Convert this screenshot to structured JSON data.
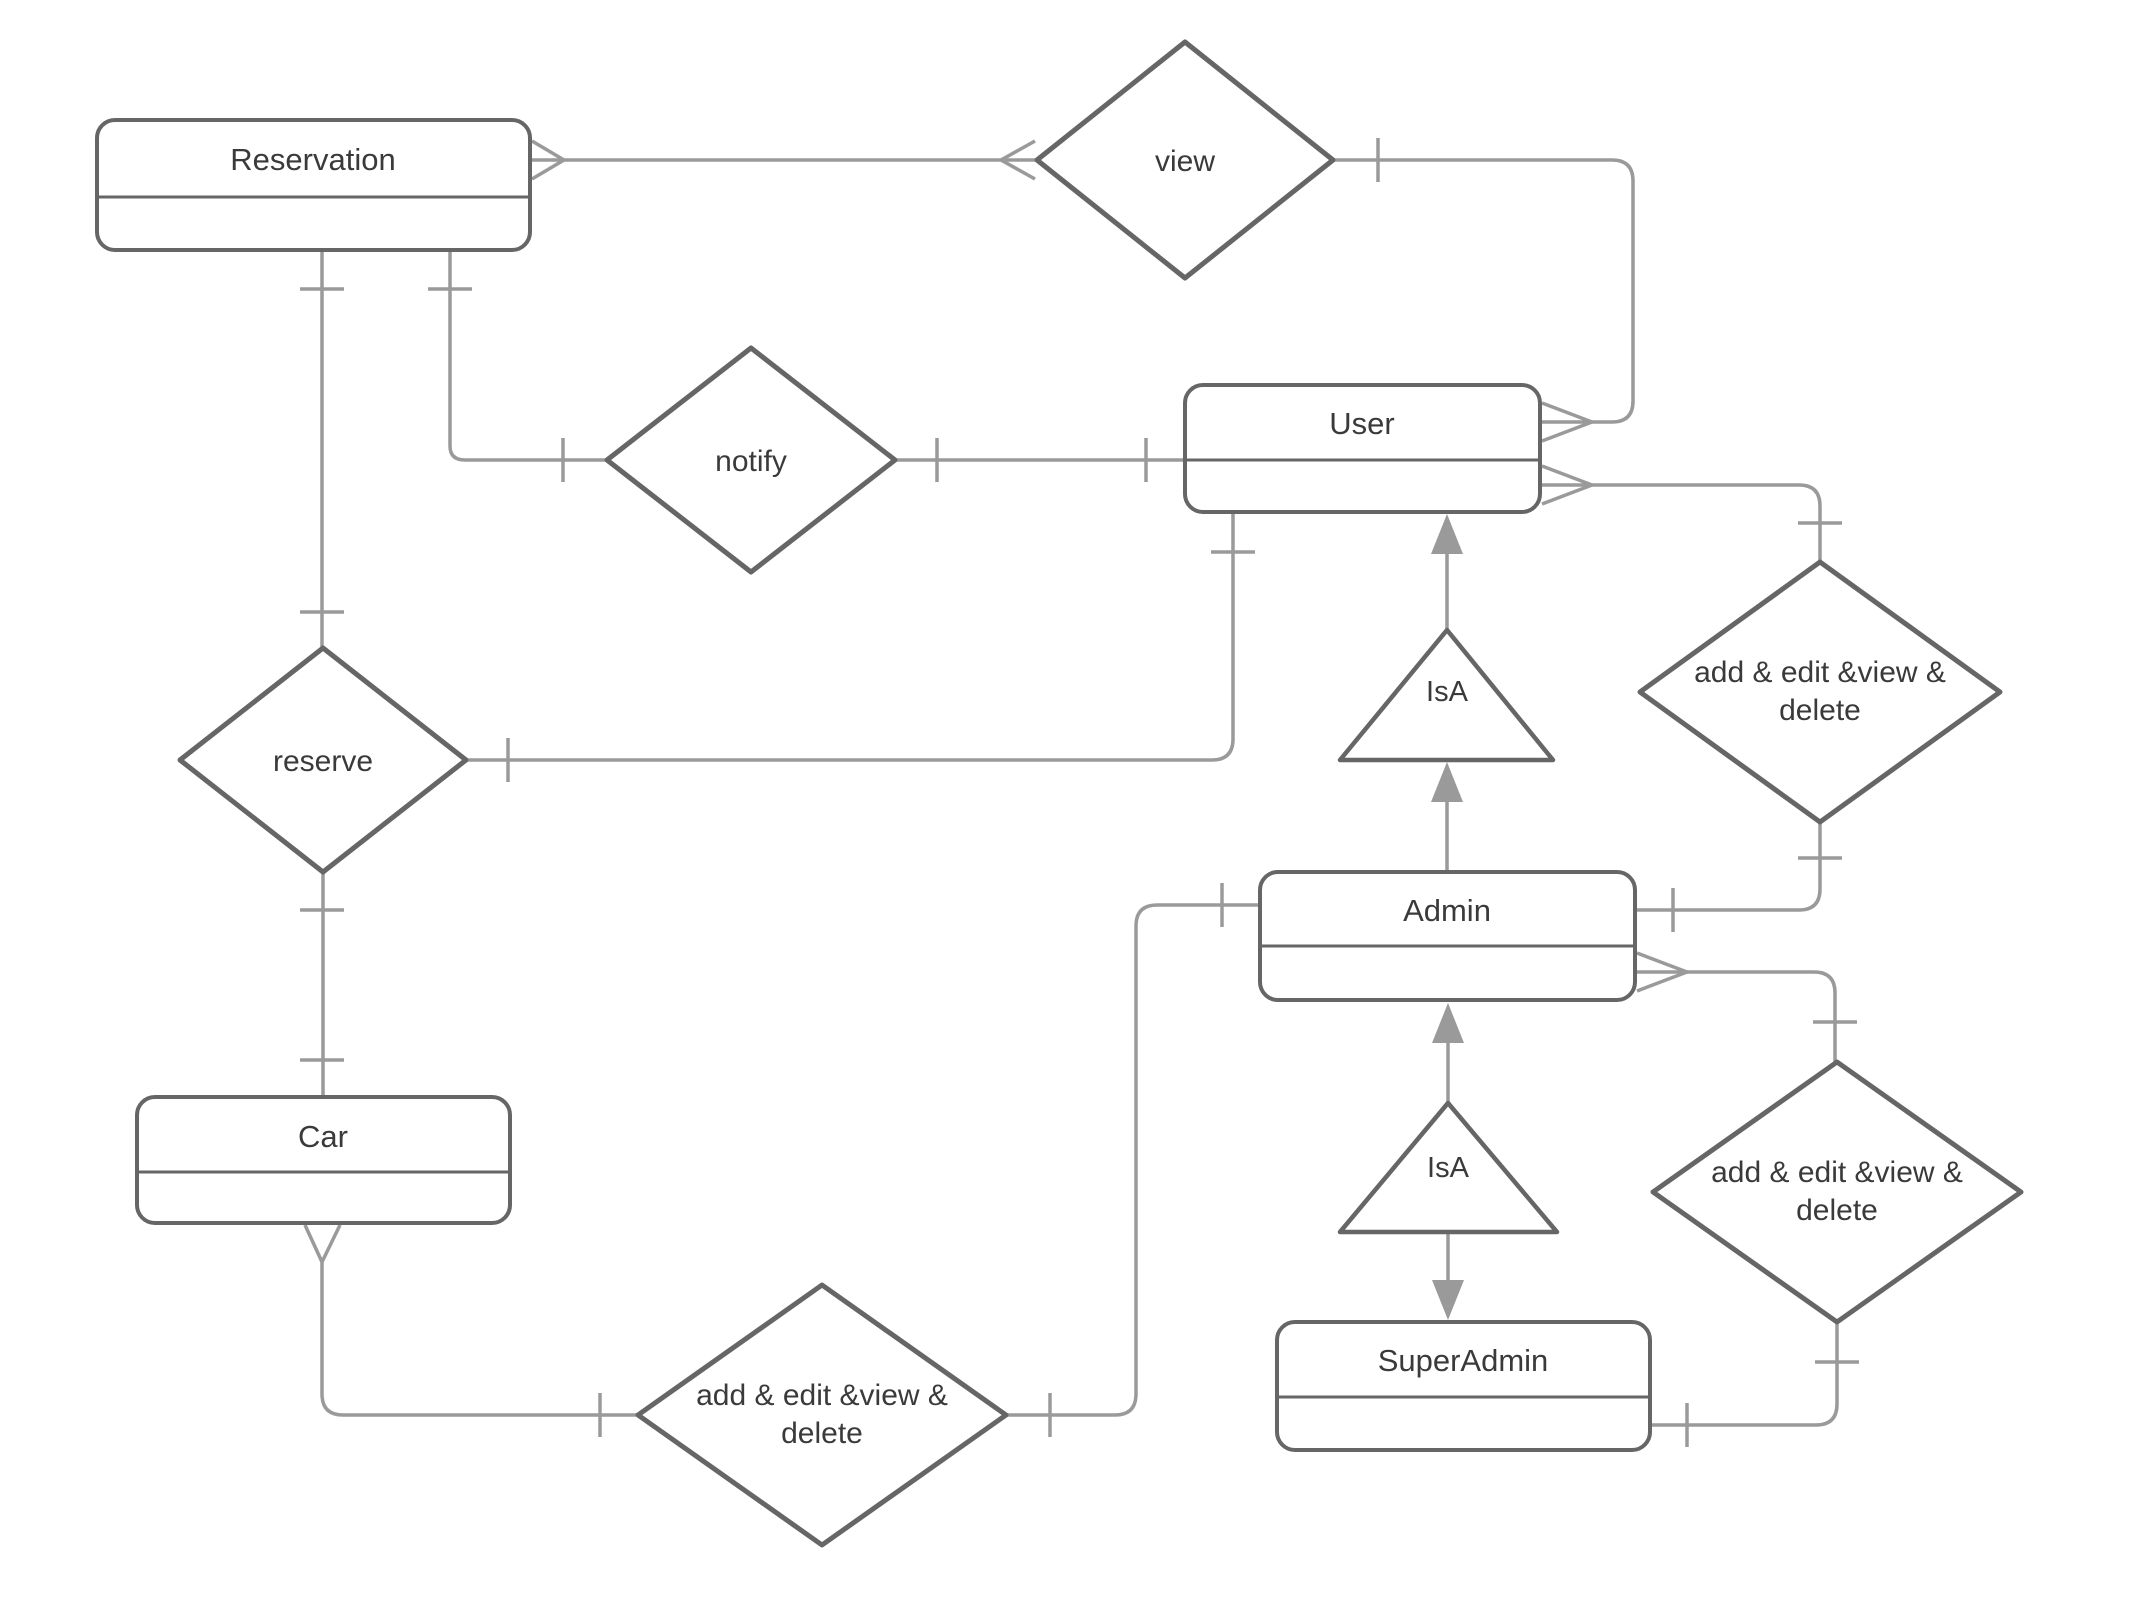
{
  "diagram_type": "entity-relationship-diagram",
  "colors": {
    "background": "#ffffff",
    "shape_border": "#666666",
    "connector": "#9a9a9a",
    "text": "#3a3a3a"
  },
  "entities": {
    "reservation": {
      "label": "Reservation"
    },
    "user": {
      "label": "User"
    },
    "admin": {
      "label": "Admin"
    },
    "superadmin": {
      "label": "SuperAdmin"
    },
    "car": {
      "label": "Car"
    }
  },
  "relationships": {
    "view": {
      "label": "view"
    },
    "notify": {
      "label": "notify"
    },
    "reserve": {
      "label": "reserve"
    },
    "user_admin_crud": {
      "lines": [
        "add & edit &view &",
        "delete"
      ]
    },
    "admin_superadmin_crud": {
      "lines": [
        "add & edit &view &",
        "delete"
      ]
    },
    "car_admin_crud": {
      "lines": [
        "add & edit &view &",
        "delete"
      ]
    }
  },
  "generalizations": {
    "user_admin": {
      "label": "IsA"
    },
    "admin_superadmin": {
      "label": "IsA"
    }
  },
  "connections": [
    {
      "from": "Reservation",
      "to": "view",
      "from_cardinality": "many",
      "to_cardinality": "many"
    },
    {
      "from": "view",
      "to": "User",
      "from_cardinality": "one",
      "to_cardinality": "many"
    },
    {
      "from": "Reservation",
      "to": "notify",
      "from_cardinality": "one",
      "to_cardinality": "one"
    },
    {
      "from": "notify",
      "to": "User",
      "from_cardinality": "one",
      "to_cardinality": "one"
    },
    {
      "from": "Reservation",
      "to": "reserve",
      "from_cardinality": "one",
      "to_cardinality": "one"
    },
    {
      "from": "reserve",
      "to": "User",
      "from_cardinality": "one",
      "to_cardinality": "one"
    },
    {
      "from": "reserve",
      "to": "Car",
      "from_cardinality": "one",
      "to_cardinality": "one"
    },
    {
      "from": "Car",
      "to": "add & edit &view & delete",
      "from_cardinality": "many",
      "to_cardinality": "one"
    },
    {
      "from": "add & edit &view & delete",
      "to": "Admin",
      "from_cardinality": "one",
      "to_cardinality": "one"
    },
    {
      "from": "User",
      "to": "add & edit &view & delete",
      "from_cardinality": "many",
      "to_cardinality": "one"
    },
    {
      "from": "add & edit &view & delete",
      "to": "Admin",
      "from_cardinality": "one",
      "to_cardinality": "one"
    },
    {
      "from": "Admin",
      "to": "add & edit &view & delete",
      "from_cardinality": "many",
      "to_cardinality": "one"
    },
    {
      "from": "add & edit &view & delete",
      "to": "SuperAdmin",
      "from_cardinality": "one",
      "to_cardinality": "one"
    },
    {
      "type": "generalization",
      "child": "Admin",
      "parent": "User"
    },
    {
      "type": "generalization",
      "child": "SuperAdmin",
      "parent": "Admin"
    }
  ]
}
